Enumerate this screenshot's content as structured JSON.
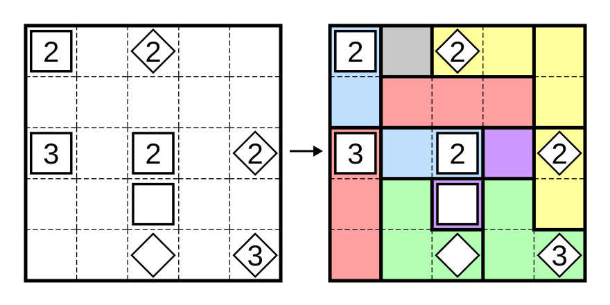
{
  "puzzle": {
    "size": 5,
    "clues": [
      {
        "row": 0,
        "col": 0,
        "shape": "square",
        "value": "2"
      },
      {
        "row": 0,
        "col": 2,
        "shape": "diamond",
        "value": "2"
      },
      {
        "row": 2,
        "col": 0,
        "shape": "square",
        "value": "3"
      },
      {
        "row": 2,
        "col": 2,
        "shape": "square",
        "value": "2"
      },
      {
        "row": 2,
        "col": 4,
        "shape": "diamond",
        "value": "2"
      },
      {
        "row": 3,
        "col": 2,
        "shape": "square",
        "value": ""
      },
      {
        "row": 4,
        "col": 2,
        "shape": "diamond",
        "value": ""
      },
      {
        "row": 4,
        "col": 4,
        "shape": "diamond",
        "value": "3"
      }
    ]
  },
  "solution": {
    "regions": [
      [
        "A",
        "B",
        "C",
        "C",
        "D"
      ],
      [
        "A",
        "F",
        "F",
        "F",
        "D"
      ],
      [
        "G",
        "H",
        "H",
        "I",
        "E"
      ],
      [
        "G",
        "K",
        "J",
        "L",
        "E"
      ],
      [
        "G",
        "K",
        "K",
        "L",
        "L"
      ]
    ],
    "region_colors": {
      "A": "#c0e0ff",
      "B": "#c8c8c8",
      "C": "#ffff9c",
      "D": "#ffff9c",
      "E": "#ffff9c",
      "F": "#ffa0a0",
      "G": "#ffa0a0",
      "H": "#c0e0ff",
      "I": "#cc99ff",
      "J": "#cc99ff",
      "K": "#b4ffb4",
      "L": "#b4ffb4"
    }
  },
  "arrow_icon": "right-arrow"
}
